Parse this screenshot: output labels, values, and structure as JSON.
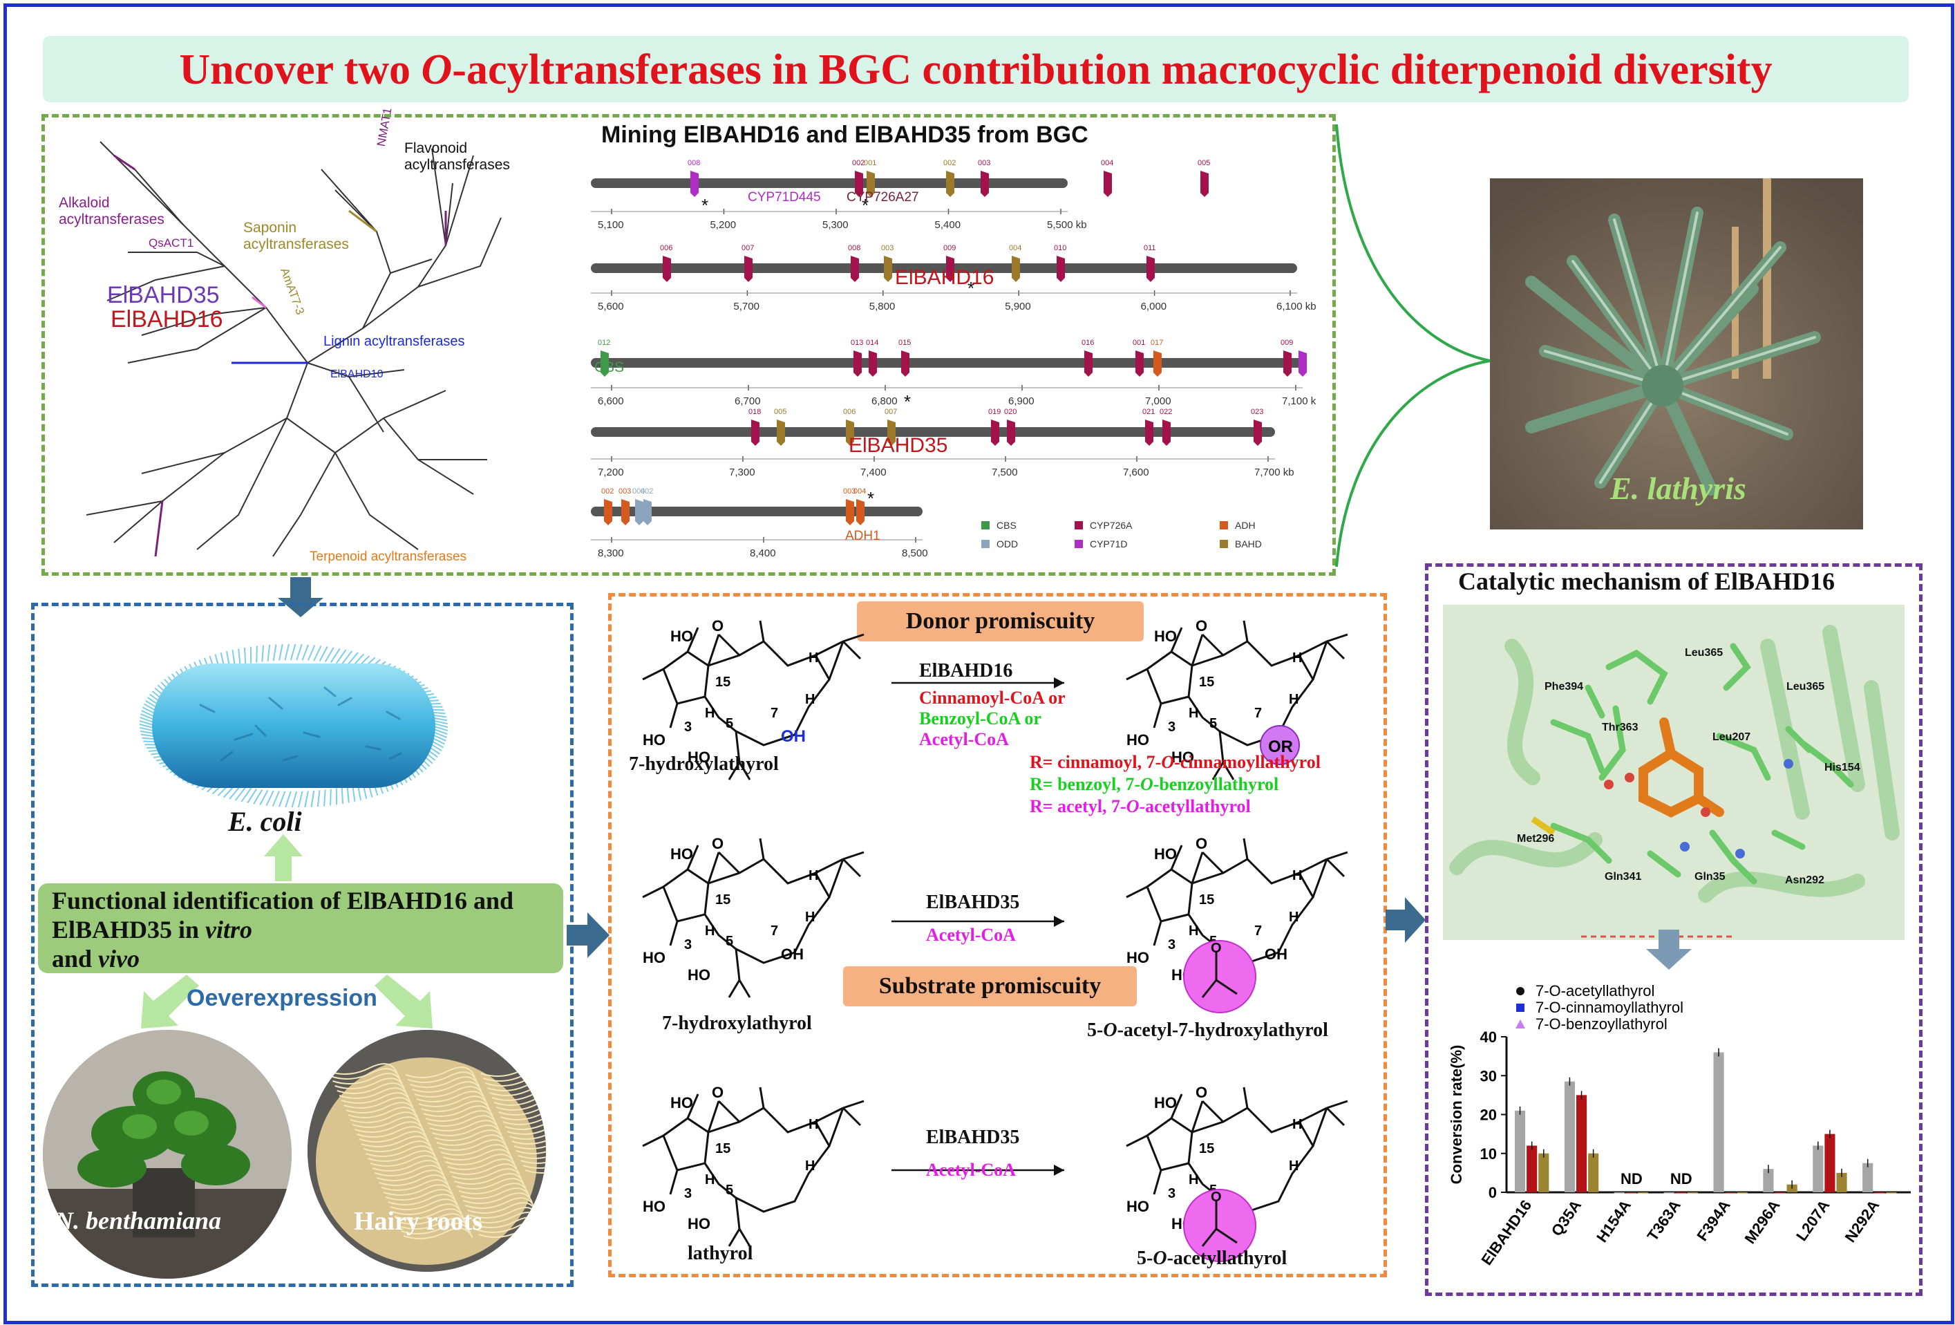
{
  "title": "Uncover two O-acyltransferases in BGC contribution macrocyclic diterpenoid diversity",
  "tree": {
    "flavonoid": "Flavonoid\nacyltransferases",
    "nmat1": "NMAT1",
    "alkaloid": "Alkaloid\nacyltransferases",
    "qsact1": "QsACT1",
    "saponin": "Saponin\nacyltransferases",
    "amat7": "AmAT7-3",
    "elbahd35": "ElBAHD35",
    "elbahd16": "ElBAHD16",
    "lignin": "Lignin acyltransferases",
    "elbahd10": "ElBAHD10",
    "terpenoid": "Terpenoid acyltransferases"
  },
  "bgc": {
    "heading": "Mining ElBAHD16 and  ElBAHD35 from BGC",
    "track1": {
      "ticks": [
        "5,100",
        "5,200",
        "5,300",
        "5,400",
        "5,500 kb"
      ],
      "labels": [
        "CYP71D445",
        "CYP726A27"
      ],
      "genes": [
        "008",
        "002",
        "001",
        "002",
        "003",
        "004",
        "005"
      ]
    },
    "track2": {
      "ticks": [
        "5,600",
        "5,700",
        "5,800",
        "5,900",
        "6,000",
        "6,100 kb"
      ],
      "label": "ElBAHD16",
      "genes": [
        "006",
        "007",
        "008",
        "003",
        "009",
        "004",
        "010",
        "011"
      ]
    },
    "track3": {
      "ticks": [
        "6,600",
        "6,700",
        "6,800",
        "6,900",
        "7,000",
        "7,100 kb"
      ],
      "label": "CBS",
      "genes": [
        "012",
        "013",
        "014",
        "015",
        "016",
        "001",
        "017",
        "009"
      ]
    },
    "track4": {
      "ticks": [
        "7,200",
        "7,300",
        "7,400",
        "7,500",
        "7,600",
        "7,700 kb"
      ],
      "label": "ElBAHD35",
      "genes": [
        "018",
        "005",
        "006",
        "007",
        "019",
        "020",
        "021",
        "022",
        "023"
      ]
    },
    "track5": {
      "ticks": [
        "8,300",
        "8,400",
        "8,500"
      ],
      "label": "ADH1",
      "genes": [
        "002",
        "003",
        "004",
        "002",
        "003",
        "004"
      ]
    },
    "legend": [
      "CBS",
      "ODD",
      "CYP726A",
      "CYP71D",
      "ADH",
      "BAHD"
    ]
  },
  "plant_label": "E. lathyris",
  "left_panel": {
    "ecoli": "E. coli",
    "functional": "Functional identification of ElBAHD16 and ElBAHD35  in vitro and vivo",
    "overexpression": "Oeverexpression",
    "nbenth": "N. benthamiana",
    "hairy": "Hairy roots"
  },
  "center": {
    "donor": "Donor promiscuity",
    "substrate": "Substrate promiscuity",
    "r1_enzyme": "ElBAHD16",
    "r1_donors": [
      "Cinnamoyl-CoA or",
      "Benzoyl-CoA or",
      "Acetyl-CoA"
    ],
    "r1_sub": "7-hydroxylathyrol",
    "r1_products": [
      "R= cinnamoyl, 7-O-cinnamoyllathyrol",
      "R= benzoyl, 7-O-benzoyllathyrol",
      "R= acetyl, 7-O-acetyllathyrol"
    ],
    "r2_enzyme": "ElBAHD35",
    "r2_donor": "Acetyl-CoA",
    "r2_sub": "7-hydroxylathyrol",
    "r2_prod": "5-O-acetyl-7-hydroxylathyrol",
    "r3_enzyme": "ElBAHD35",
    "r3_donor": "Acetyl-CoA",
    "r3_sub": "lathyrol",
    "r3_prod": "5-O-acetyllathyrol"
  },
  "mechanism": {
    "heading": "Catalytic mechanism of ElBAHD16",
    "residues": [
      "Leu365",
      "Phe394",
      "Leu365",
      "Thr363",
      "Leu207",
      "His154",
      "Met296",
      "Gln341",
      "Gln35",
      "Asn292"
    ]
  },
  "chart_data": {
    "type": "bar",
    "categories": [
      "ElBAHD16",
      "Q35A",
      "H154A",
      "T363A",
      "F394A",
      "M296A",
      "L207A",
      "N292A"
    ],
    "series": [
      {
        "name": "7-O-acetyllathyrol",
        "values": [
          21,
          28.5,
          0,
          0,
          36,
          6,
          12,
          7.5
        ],
        "color": "#a6a6a6"
      },
      {
        "name": "7-O-cinnamoyllathyrol",
        "values": [
          12,
          25,
          0,
          0,
          0,
          0,
          15,
          0
        ],
        "color": "#b31217"
      },
      {
        "name": "7-O-benzoyllathyrol",
        "values": [
          10,
          10,
          0,
          0,
          0,
          2,
          5,
          0
        ],
        "color": "#9c8430"
      }
    ],
    "nd_labels": [
      "ND",
      "ND"
    ],
    "ylabel": "Conversion rate(%)",
    "ylim": [
      0,
      40
    ],
    "yticks": [
      "0",
      "10",
      "20",
      "30",
      "40"
    ],
    "legend_position": "top"
  },
  "colors": {
    "border": "#1e2fd6",
    "title": "#e0121c",
    "green_box": "#74a94c",
    "blue_box": "#2d6aa8",
    "orange_box": "#f08a3c",
    "purple_box": "#6b3a9c",
    "cyp726a": "#a3124a",
    "cyp71d": "#b02cc7",
    "adh": "#d45a1e",
    "bahd": "#9c7a2a",
    "cbs": "#3e9a46",
    "odd": "#8aa5bd"
  }
}
